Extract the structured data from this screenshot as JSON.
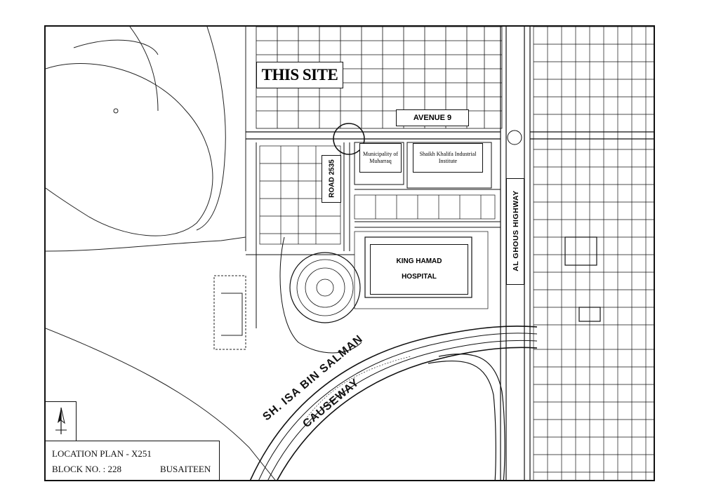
{
  "map": {
    "site_label": "THIS SITE",
    "avenue_label": "AVENUE 9",
    "road_label": "ROAD 2535",
    "municipality_label": "Municipality of Muharraq",
    "institute_label": "Shaikh Khalifa Industrial Institute",
    "hospital_label_line1": "KING HAMAD",
    "hospital_label_line2": "HOSPITAL",
    "highway_label": "AL GHOUS HIGHWAY",
    "causeway_line1": "SH. ISA BIN SALMAN",
    "causeway_line2": "CAUSEWAY"
  },
  "legend": {
    "title": "LOCATION PLAN - X251",
    "block": "BLOCK NO. : 228",
    "area": "BUSAITEEN"
  },
  "icons": {
    "north_arrow": "north-arrow-icon"
  },
  "colors": {
    "ink": "#111111",
    "paper": "#ffffff"
  }
}
